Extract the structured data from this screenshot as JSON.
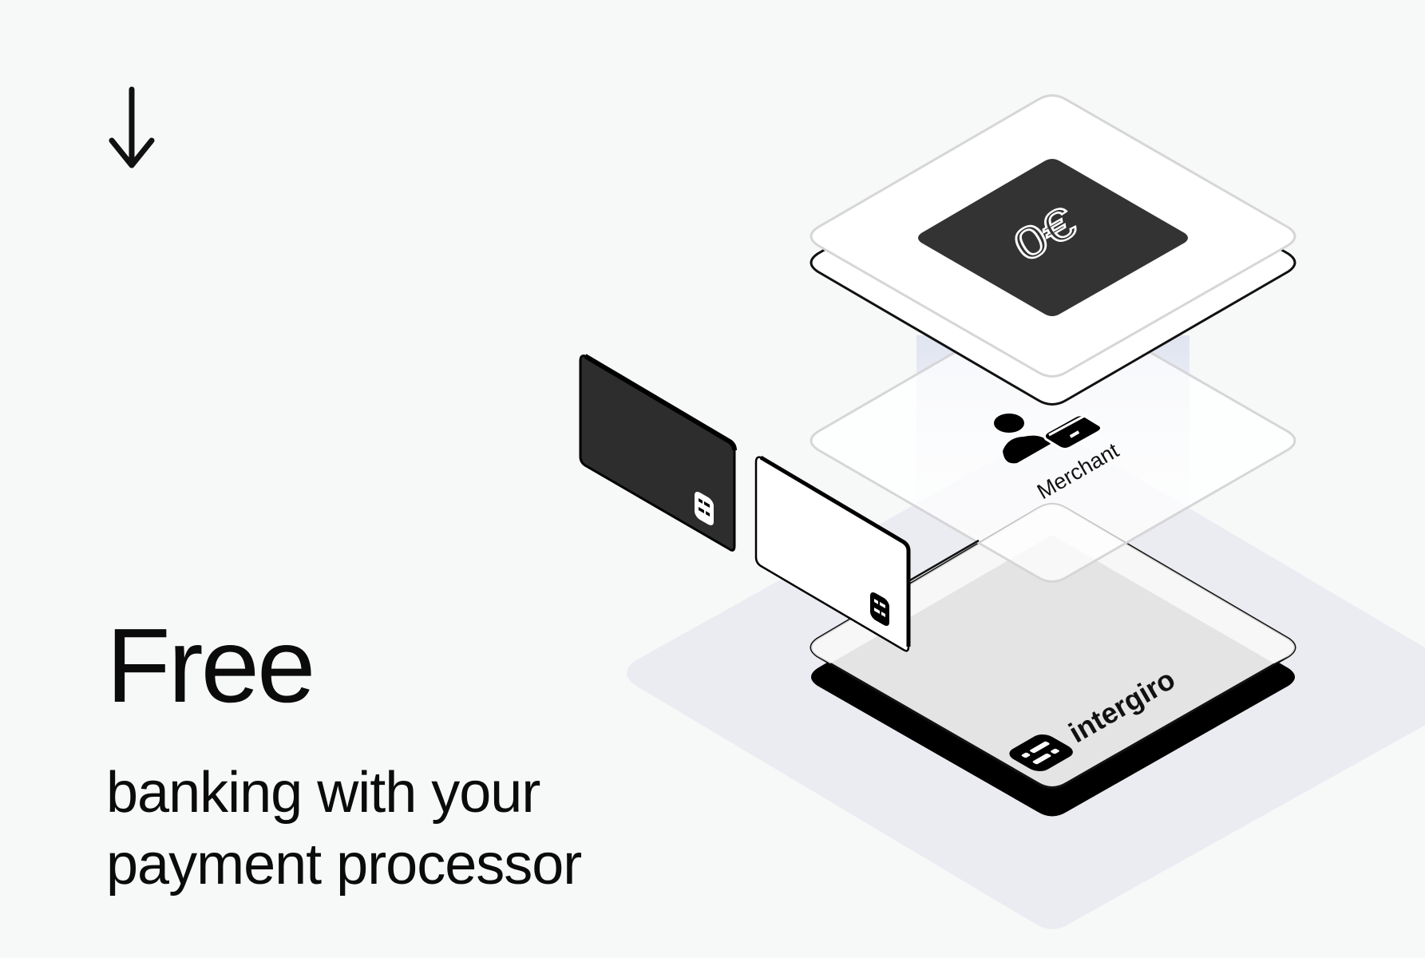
{
  "hero": {
    "headline": "Free",
    "subline_1": "banking with your",
    "subline_2": "payment processor"
  },
  "nav": {
    "scroll_down_icon": "arrow-down-icon"
  },
  "illustration": {
    "top_layer_label": "0€",
    "middle_layer_label": "Merchant",
    "bottom_layer_brand": "intergiro",
    "icons": [
      "euro-zero-icon",
      "merchant-card-icon",
      "intergiro-logo-icon",
      "card-logo-icon"
    ]
  },
  "colors": {
    "background": "#f7f9f9",
    "ink": "#0b0b0b",
    "dark_tile": "#333333",
    "card_dark": "#2d2d2d",
    "shadow": "#ebecf1",
    "plate_gray": "#e4e4e4",
    "outline_light": "#d6d6d8"
  }
}
